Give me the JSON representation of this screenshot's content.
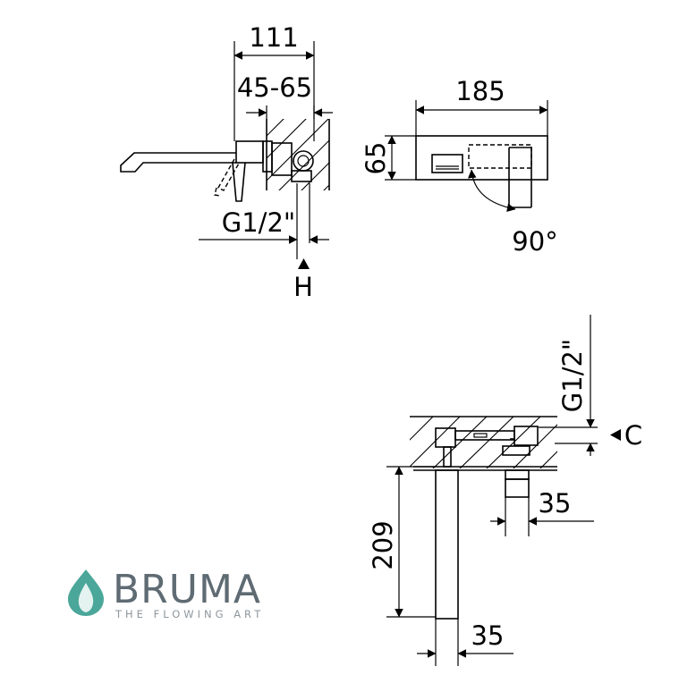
{
  "dimensions": {
    "top_overall": "111",
    "top_wall": "45-65",
    "thread_top": "G1/2\"",
    "mark_h": "H",
    "plate_width": "185",
    "plate_height": "65",
    "rotation": "90°",
    "thread_side": "G1/2\"",
    "mark_c": "C",
    "handle_depth": "35",
    "spout_length": "209",
    "spout_width": "35"
  },
  "brand": {
    "name": "BRUMA",
    "tagline": "THE FLOWING ART",
    "color": "#4aa79a",
    "text_color": "#5f6b73"
  }
}
